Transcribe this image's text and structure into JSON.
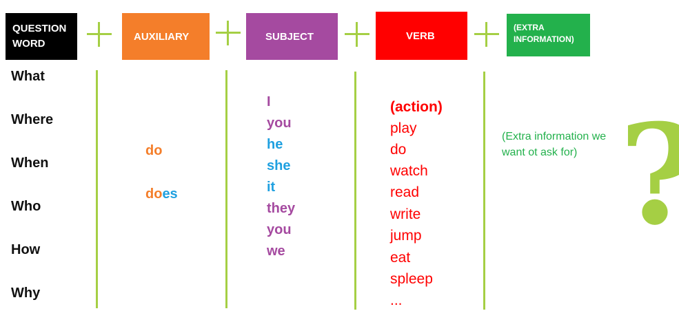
{
  "headers": {
    "question_word": "QUESTION WORD",
    "auxiliary": "AUXILIARY",
    "subject": "SUBJECT",
    "verb": "VERB",
    "extra": "(EXTRA INFORMATION)"
  },
  "question_words": [
    "What",
    "Where",
    "When",
    "Who",
    "How",
    "Why"
  ],
  "auxiliaries": {
    "do": "do",
    "does_do": "do",
    "does_es": "es"
  },
  "subjects": [
    "I",
    "you",
    "he",
    "she",
    "it",
    "they",
    "you",
    "we"
  ],
  "verbs": {
    "head": "(action)",
    "items": [
      "play",
      "do",
      "watch",
      "read",
      "write",
      "jump",
      "eat",
      "spleep",
      "..."
    ]
  },
  "extra_text": "(Extra information we want ot ask for)",
  "question_mark": "?",
  "colors": {
    "black": "#000000",
    "orange": "#f47e2a",
    "purple": "#a54aa0",
    "blue": "#1fa0e0",
    "red": "#ff0000",
    "green": "#23b14c",
    "lime": "#a5cf44"
  }
}
